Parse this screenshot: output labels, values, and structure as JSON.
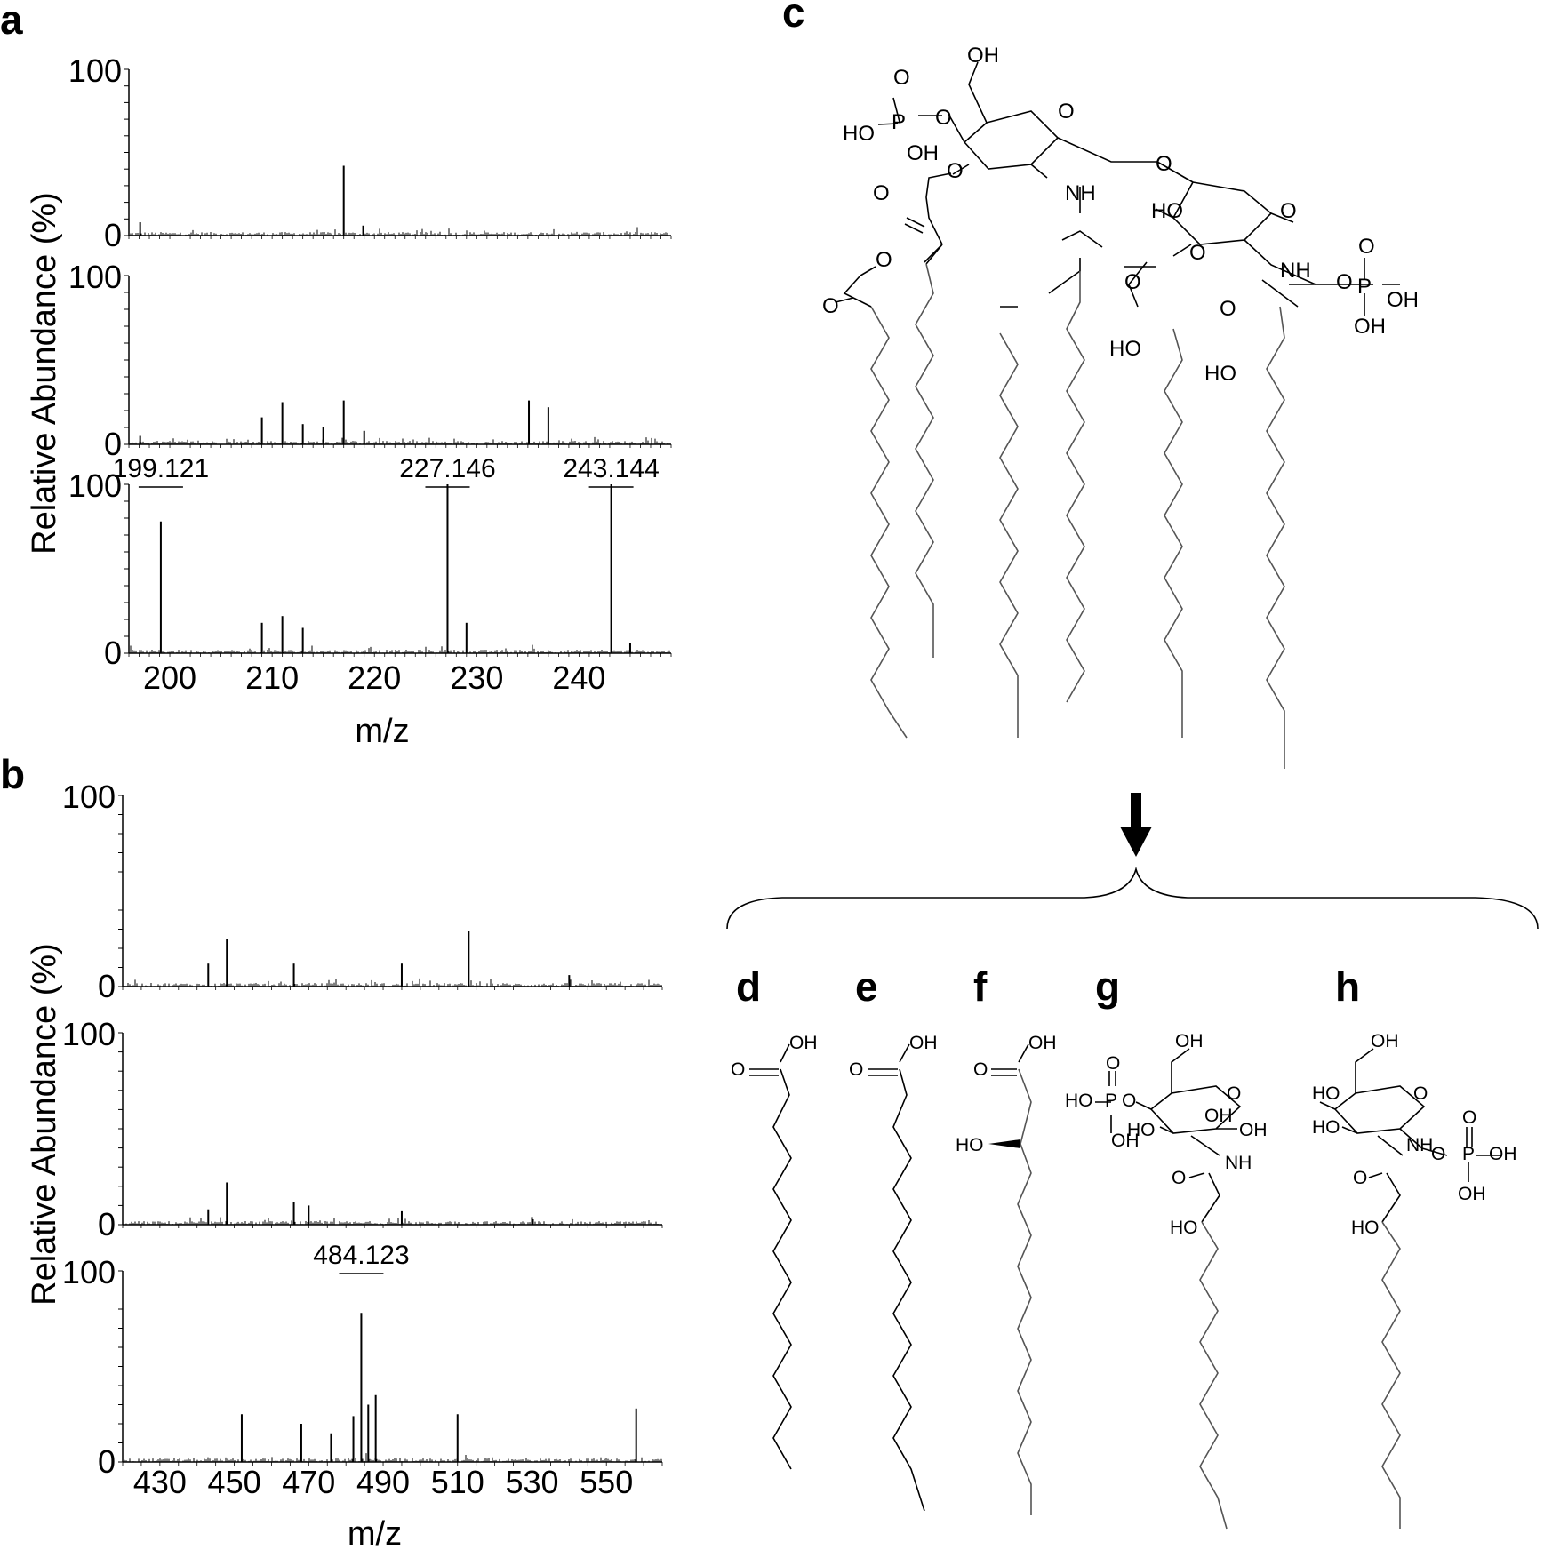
{
  "panels": {
    "a": "a",
    "b": "b",
    "c": "c",
    "d": "d",
    "e": "e",
    "f": "f",
    "g": "g",
    "h": "h"
  },
  "chart_data": [
    {
      "type": "bar",
      "panel": "a",
      "ylabel": "Relative Abundance (%)",
      "xlabel": "m/z",
      "xlim": [
        196,
        249
      ],
      "ylim": [
        0,
        100
      ],
      "x_ticks": [
        "200",
        "210",
        "220",
        "230",
        "240"
      ],
      "y_ticks": [
        "100",
        "0"
      ],
      "traces": [
        {
          "peaks": [
            [
              197.1,
              8
            ],
            [
              217.0,
              42
            ],
            [
              218.9,
              6
            ]
          ]
        },
        {
          "peaks": [
            [
              197.1,
              5
            ],
            [
              209.0,
              16
            ],
            [
              211.0,
              25
            ],
            [
              213.0,
              12
            ],
            [
              215.0,
              10
            ],
            [
              217.0,
              26
            ],
            [
              219.0,
              8
            ],
            [
              235.1,
              26
            ],
            [
              237.0,
              22
            ]
          ]
        },
        {
          "peaks": [
            [
              199.121,
              78
            ],
            [
              209.0,
              18
            ],
            [
              211.0,
              22
            ],
            [
              213.0,
              15
            ],
            [
              227.146,
              100
            ],
            [
              229.0,
              18
            ],
            [
              243.144,
              100
            ],
            [
              245.0,
              6
            ]
          ]
        }
      ],
      "labels": [
        {
          "text": "199.121",
          "trace": 2,
          "x": 199.121
        },
        {
          "text": "227.146",
          "trace": 2,
          "x": 227.146
        },
        {
          "text": "243.144",
          "trace": 2,
          "x": 243.144
        }
      ]
    },
    {
      "type": "bar",
      "panel": "b",
      "ylabel": "Relative Abundance (%)",
      "xlabel": "m/z",
      "xlim": [
        420,
        565
      ],
      "ylim": [
        0,
        100
      ],
      "x_ticks": [
        "430",
        "450",
        "470",
        "490",
        "510",
        "530",
        "550"
      ],
      "y_ticks": [
        "100",
        "0"
      ],
      "traces": [
        {
          "peaks": [
            [
              443.0,
              12
            ],
            [
              448.0,
              25
            ],
            [
              466.0,
              12
            ],
            [
              495.0,
              12
            ],
            [
              513.0,
              29
            ],
            [
              540.0,
              6
            ]
          ]
        },
        {
          "peaks": [
            [
              443.0,
              8
            ],
            [
              448.0,
              22
            ],
            [
              466.0,
              12
            ],
            [
              470.0,
              10
            ],
            [
              495.0,
              7
            ],
            [
              530.0,
              4
            ]
          ]
        },
        {
          "peaks": [
            [
              452.0,
              25
            ],
            [
              468.0,
              20
            ],
            [
              476.0,
              15
            ],
            [
              482.0,
              24
            ],
            [
              484.123,
              78
            ],
            [
              486.0,
              30
            ],
            [
              488.0,
              35
            ],
            [
              510.0,
              25
            ],
            [
              558.0,
              28
            ]
          ]
        }
      ],
      "labels": [
        {
          "text": "484.123",
          "trace": 2,
          "x": 484.123
        }
      ]
    }
  ],
  "structures": {
    "parent_atoms": [
      "OH",
      "O",
      "P",
      "HO",
      "OH",
      "O",
      "O",
      "O",
      "NH",
      "O",
      "O",
      "O",
      "O",
      "HO",
      "O",
      "O",
      "NH",
      "O",
      "P",
      "OH",
      "OH",
      "O",
      "O",
      "O",
      "HO",
      "HO"
    ],
    "d_atoms": [
      "OH",
      "O"
    ],
    "e_atoms": [
      "OH",
      "O"
    ],
    "f_atoms": [
      "OH",
      "O",
      "HO"
    ],
    "g_atoms": [
      "OH",
      "O",
      "P",
      "HO",
      "O",
      "OH",
      "OH",
      "O",
      "HO",
      "OH",
      "NH",
      "O",
      "HO"
    ],
    "h_atoms": [
      "OH",
      "HO",
      "O",
      "HO",
      "NH",
      "O",
      "O",
      "P",
      "OH",
      "OH",
      "O",
      "HO"
    ]
  }
}
